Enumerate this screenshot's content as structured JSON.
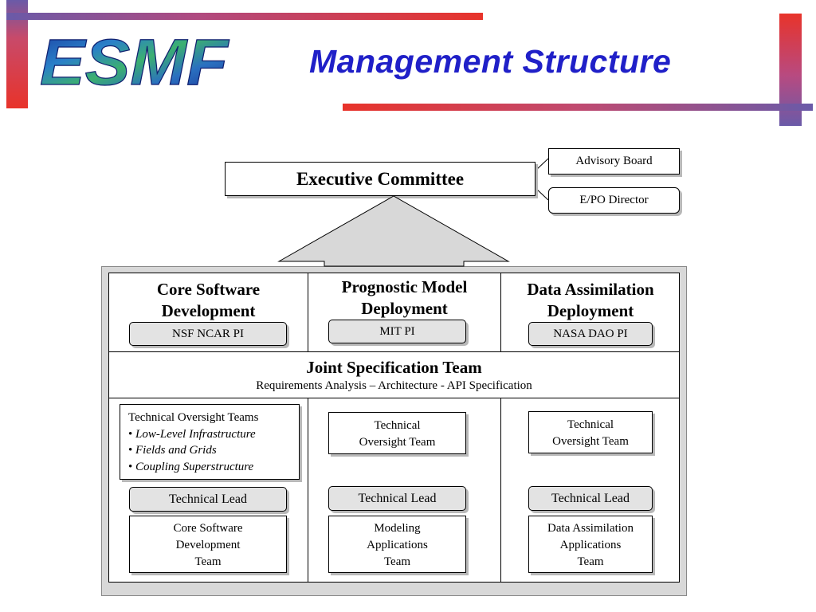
{
  "slide": {
    "title": "Management Structure",
    "logo_text": "ESMF"
  },
  "colors": {
    "title": "#2020c8",
    "bar_red": "#e8332a",
    "bar_purple": "#6a5aa8",
    "box_grey": "#e3e3e3"
  },
  "top": {
    "executive_committee": "Executive Committee",
    "advisory_board": "Advisory Board",
    "epo_director": "E/PO Director"
  },
  "columns": [
    {
      "heading_line1": "Core Software",
      "heading_line2": "Development",
      "pi": "NSF NCAR PI",
      "technical_lead": "Technical Lead",
      "team_line1": "Core Software",
      "team_line2": "Development",
      "team_line3": "Team"
    },
    {
      "heading_line1": "Prognostic Model",
      "heading_line2": "Deployment",
      "pi": "MIT PI",
      "oversight_line1": "Technical",
      "oversight_line2": "Oversight Team",
      "technical_lead": "Technical Lead",
      "team_line1": "Modeling",
      "team_line2": "Applications",
      "team_line3": "Team"
    },
    {
      "heading_line1": "Data Assimilation",
      "heading_line2": "Deployment",
      "pi": "NASA DAO PI",
      "oversight_line1": "Technical",
      "oversight_line2": "Oversight Team",
      "technical_lead": "Technical Lead",
      "team_line1": "Data Assimilation",
      "team_line2": "Applications",
      "team_line3": "Team"
    }
  ],
  "joint_spec": {
    "title": "Joint Specification Team",
    "subtitle": "Requirements Analysis – Architecture - API Specification"
  },
  "oversight_teams": {
    "heading": "Technical Oversight Teams",
    "bullet": "•",
    "items": [
      "Low-Level Infrastructure",
      "Fields and Grids",
      "Coupling Superstructure"
    ]
  }
}
